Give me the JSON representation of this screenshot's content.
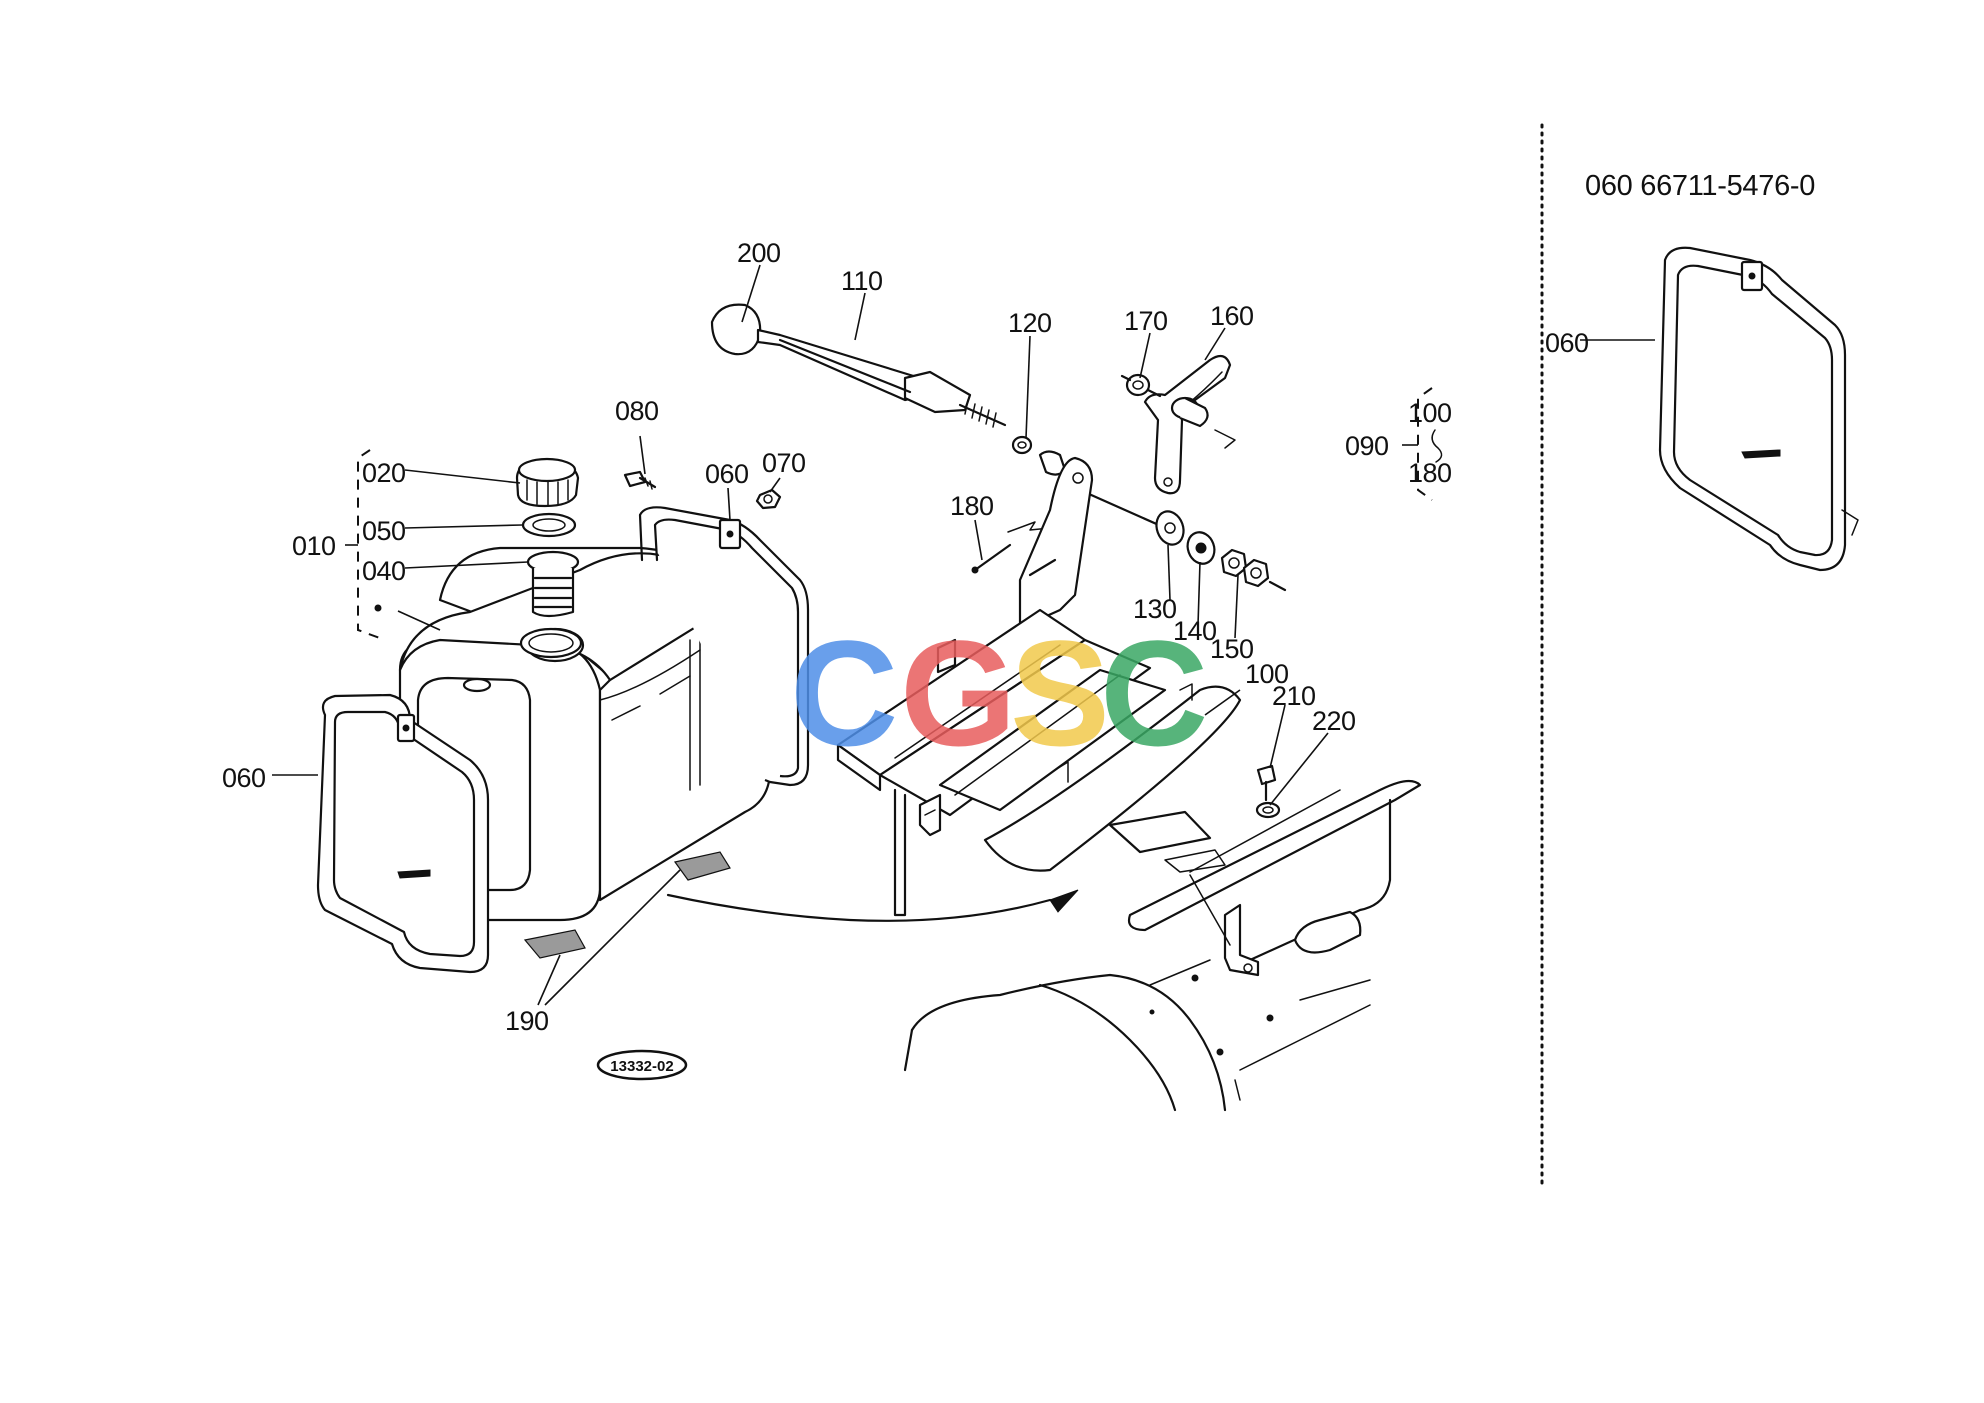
{
  "labels": {
    "l200": "200",
    "l110": "110",
    "l120": "120",
    "l170": "170",
    "l160": "160",
    "l100a": "100",
    "l090": "090",
    "l180a": "180",
    "l080": "080",
    "l060a": "060",
    "l070": "070",
    "l020": "020",
    "l010": "010",
    "l050": "050",
    "l040": "040",
    "l180b": "180",
    "l130": "130",
    "l140": "140",
    "l150": "150",
    "l100b": "100",
    "l210": "210",
    "l220": "220",
    "l060b": "060",
    "l190": "190",
    "l060c": "060"
  },
  "inset": {
    "title": "060  66711-5476-0"
  },
  "reference_code": "13332-02",
  "watermark": {
    "letters": [
      "C",
      "G",
      "S",
      "C"
    ],
    "colors": [
      "#4f8fe8",
      "#e85d5d",
      "#f2c94c",
      "#3aa864"
    ]
  }
}
